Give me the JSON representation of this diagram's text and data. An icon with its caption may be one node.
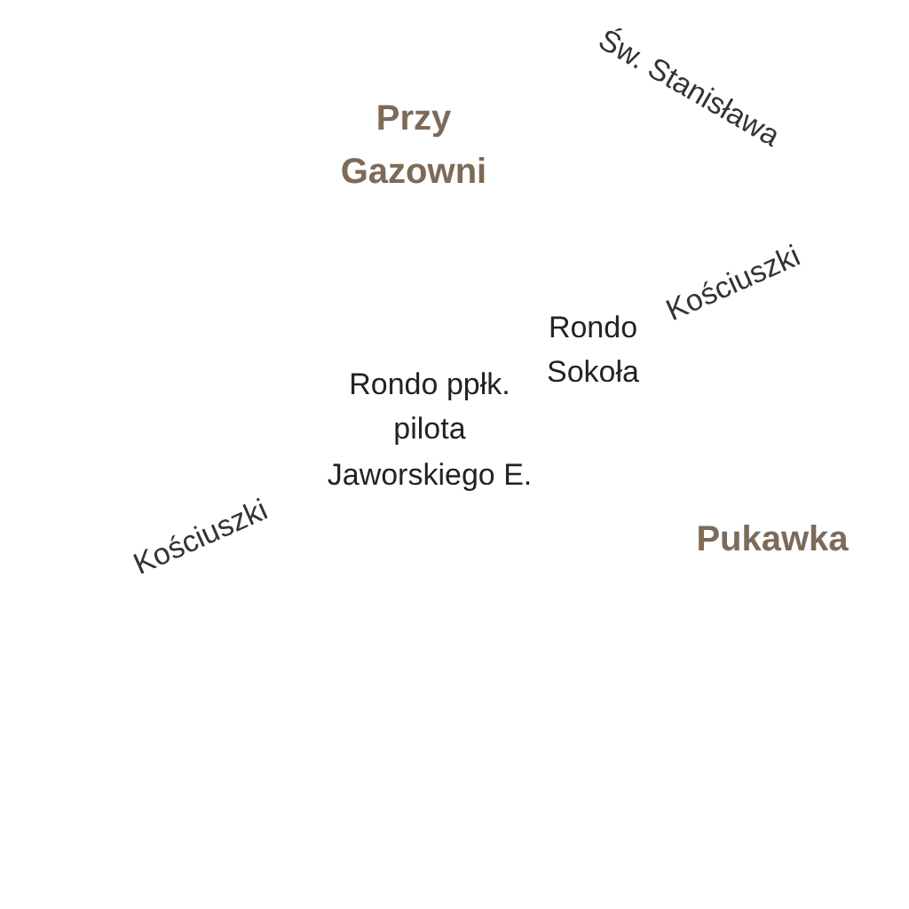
{
  "diagram": {
    "labels": [
      "Św. Stanisława",
      "Przy Gazowni",
      "Kościuszki",
      "Rondo Sokoła",
      "Rondo ppłk. pilota Jaworskiego E.",
      "Pukawka",
      "Kościuszki"
    ]
  }
}
